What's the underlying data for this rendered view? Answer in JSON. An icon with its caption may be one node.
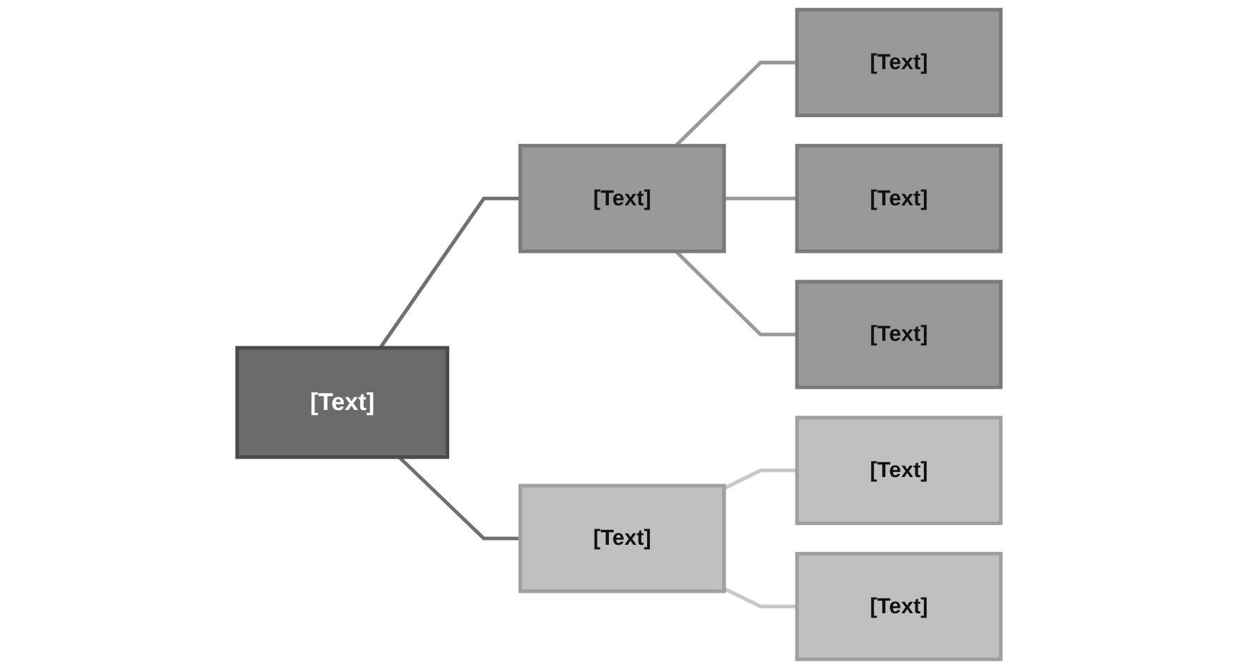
{
  "diagram": {
    "nodes": [
      {
        "text": [
          "[Text]"
        ]
      },
      {
        "text": [
          "[Text]"
        ]
      },
      {
        "text": [
          "[Text]"
        ]
      },
      {
        "text": [
          "[Text]"
        ]
      },
      {
        "text": [
          "[Text]"
        ]
      },
      {
        "text": [
          "[Text]"
        ]
      },
      {
        "text": [
          "[Text]"
        ]
      },
      {
        "text": [
          "[Text]"
        ]
      }
    ],
    "edges": [
      {
        "from": 0,
        "to": 1,
        "arrow": "none",
        "color": "#707070"
      },
      {
        "from": 0,
        "to": 5,
        "arrow": "none",
        "color": "#707070"
      },
      {
        "from": 1,
        "to": 2,
        "arrow": "none"
      },
      {
        "from": 1,
        "to": 3,
        "arrow": "none"
      },
      {
        "from": 1,
        "to": 4,
        "arrow": "none"
      },
      {
        "from": 5,
        "to": 6,
        "arrow": "none",
        "color": "#c8c8c8"
      },
      {
        "from": 5,
        "to": 7,
        "arrow": "none",
        "color": "#c8c8c8"
      }
    ]
  }
}
